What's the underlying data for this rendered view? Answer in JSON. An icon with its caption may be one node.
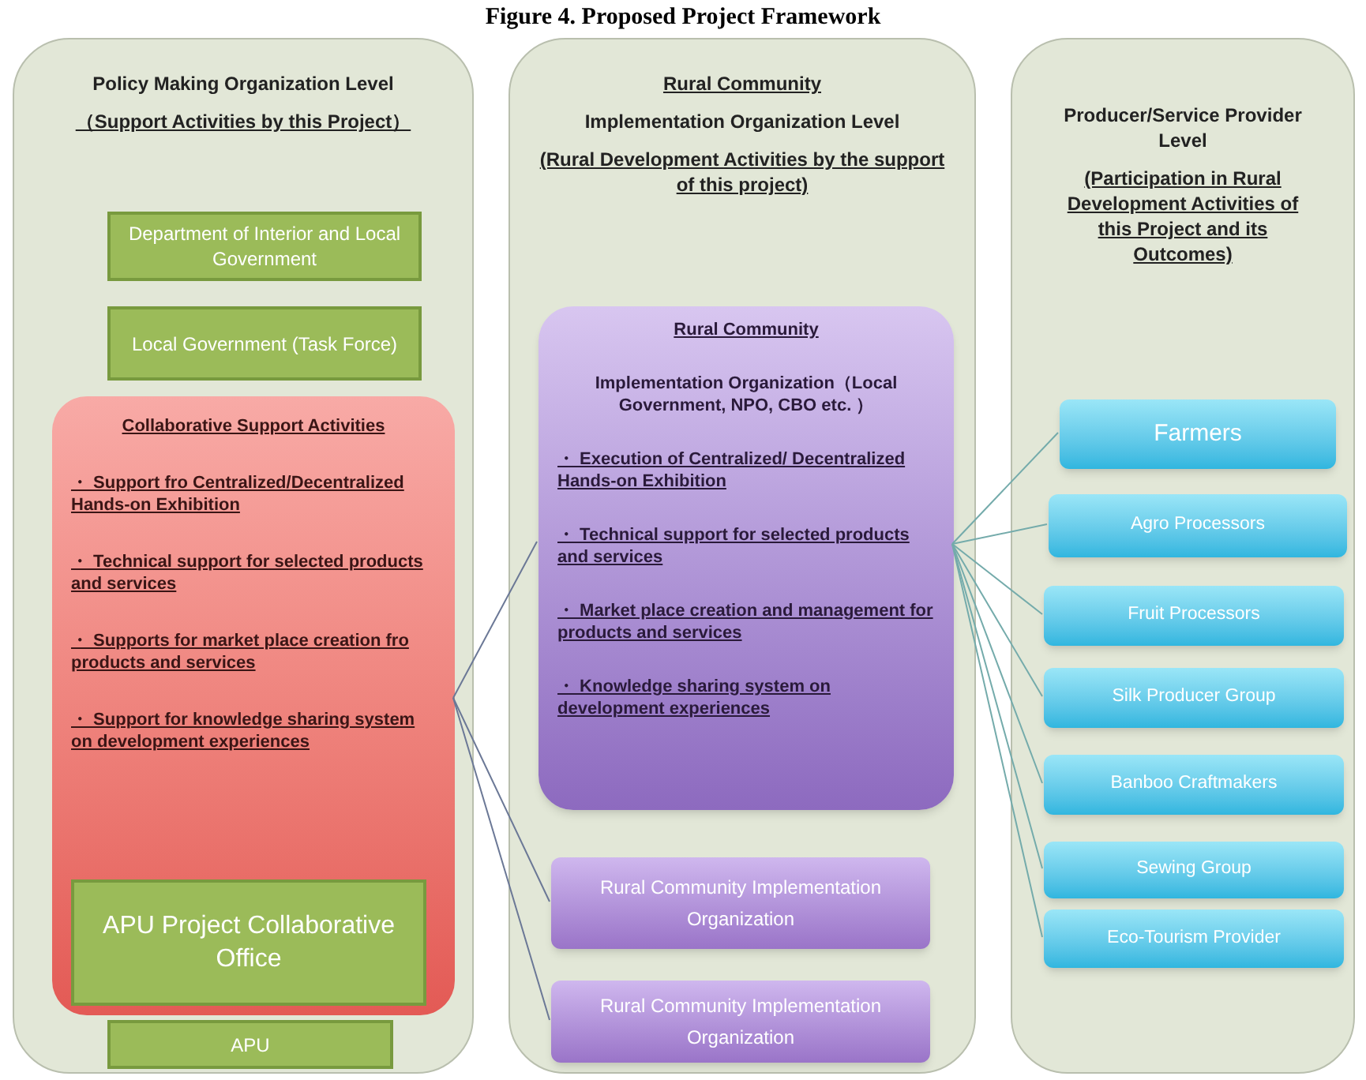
{
  "diagram": {
    "title": "Figure 4. Proposed Project Framework",
    "nodes": [
      {
        "text": [
          "Policy Making Organization Level",
          "（Support Activities by this Project）"
        ]
      },
      {
        "text": [
          "Department of Interior and Local Government"
        ],
        "in": 0
      },
      {
        "text": [
          "Local Government (Task Force)"
        ],
        "in": 0
      },
      {
        "text": [
          "Collaborative Support Activities",
          "・ Support fro Centralized/Decentralized Hands-on Exhibition",
          "・ Technical support for selected products and services",
          "・ Supports for market place creation fro products and services",
          "・ Support for knowledge sharing system on development experiences"
        ],
        "in": 0
      },
      {
        "text": [
          "APU Project Collaborative Office"
        ],
        "in": 3
      },
      {
        "text": [
          "APU"
        ],
        "in": 0
      },
      {
        "text": [
          "Rural Community",
          "Implementation Organization Level",
          "(Rural Development Activities by the support of this project)"
        ]
      },
      {
        "text": [
          "Rural Community",
          "Implementation Organization（Local Government, NPO, CBO etc. ）",
          "・ Execution of Centralized/ Decentralized Hands-on Exhibition",
          "・ Technical support for selected products and services",
          "・ Market place creation and management for products and services",
          "・ Knowledge sharing system on development experiences"
        ],
        "in": 6
      },
      {
        "text": [
          "Rural Community Implementation Organization"
        ],
        "in": 6
      },
      {
        "text": [
          "Rural Community Implementation Organization"
        ],
        "in": 6
      },
      {
        "text": [
          "Producer/Service Provider Level",
          "(Participation in Rural Development Activities of this Project and its Outcomes)"
        ]
      },
      {
        "text": [
          "Farmers"
        ],
        "in": 10
      },
      {
        "text": [
          "Agro Processors"
        ],
        "in": 10
      },
      {
        "text": [
          "Fruit Processors"
        ],
        "in": 10
      },
      {
        "text": [
          "Silk Producer Group"
        ],
        "in": 10
      },
      {
        "text": [
          "Banboo Craftmakers"
        ],
        "in": 10
      },
      {
        "text": [
          "Sewing Group"
        ],
        "in": 10
      },
      {
        "text": [
          "Eco-Tourism Provider"
        ],
        "in": 10
      }
    ],
    "edges": [
      {
        "from": 3,
        "to": 7,
        "arrow": "none",
        "color": "#6b7896"
      },
      {
        "from": 3,
        "to": 8,
        "arrow": "none",
        "color": "#6b7896"
      },
      {
        "from": 3,
        "to": 9,
        "arrow": "none",
        "color": "#6b7896"
      },
      {
        "from": 7,
        "to": 11,
        "arrow": "none"
      },
      {
        "from": 7,
        "to": 12,
        "arrow": "none"
      },
      {
        "from": 7,
        "to": 13,
        "arrow": "none"
      },
      {
        "from": 7,
        "to": 14,
        "arrow": "none"
      },
      {
        "from": 7,
        "to": 15,
        "arrow": "none"
      },
      {
        "from": 7,
        "to": 16,
        "arrow": "none"
      },
      {
        "from": 7,
        "to": 17,
        "arrow": "none"
      }
    ]
  }
}
